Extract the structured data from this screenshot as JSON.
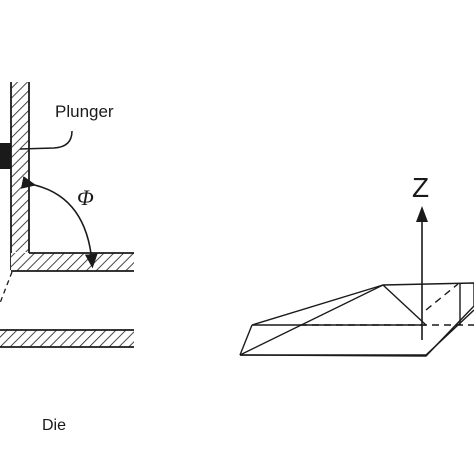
{
  "labels": {
    "plunger": "Plunger",
    "die": "Die",
    "angle": "Φ",
    "axis": "Z"
  },
  "colors": {
    "ink": "#1a1a1a",
    "background": "#ffffff"
  }
}
